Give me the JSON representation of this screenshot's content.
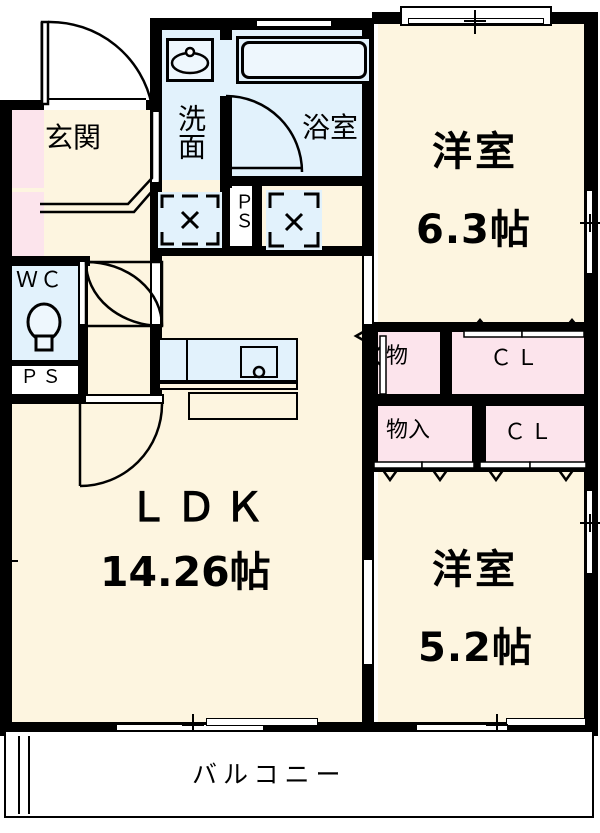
{
  "plan": {
    "type": "japanese-apartment-floor-plan",
    "layout_name": "2LDK",
    "background": "#ffffff",
    "colors": {
      "room_floor": "#fdf5e0",
      "closet": "#fce4ec",
      "wet_area": "#e2f2fc",
      "wall": "#000000",
      "balcony": "#ffffff"
    }
  },
  "rooms": {
    "entrance": {
      "label": "玄関",
      "kind": "genkan"
    },
    "washroom": {
      "label": "洗面",
      "kind": "vanity"
    },
    "bathroom": {
      "label": "浴室",
      "kind": "bath"
    },
    "toilet": {
      "label": "ＷＣ",
      "kind": "toilet"
    },
    "pipe_shaft_1": {
      "label": "ＰＳ",
      "kind": "pipe-shaft"
    },
    "pipe_shaft_2": {
      "label": "ＰＳ",
      "kind": "pipe-shaft"
    },
    "bedroom_north": {
      "label": "洋室",
      "size": "6.3帖"
    },
    "bedroom_south": {
      "label": "洋室",
      "size": "5.2帖"
    },
    "living": {
      "label": "ＬＤＫ",
      "size": "14.26帖"
    },
    "storage_small": {
      "label": "物",
      "kind": "closet"
    },
    "storage_oshiire": {
      "label": "物入",
      "kind": "closet"
    },
    "closet_upper": {
      "label": "ＣＬ",
      "kind": "closet"
    },
    "closet_lower": {
      "label": "ＣＬ",
      "kind": "closet"
    },
    "balcony": {
      "label": "バルコニー",
      "kind": "balcony"
    }
  },
  "fixtures": {
    "bathtub": "bathtub-icon",
    "washbasin": "washbasin-icon",
    "toilet_bowl": "toilet-icon",
    "kitchen_sink": "kitchen-sink-icon",
    "washer_pan_1": "washing-machine-pan-icon",
    "washer_pan_2": "washing-machine-pan-icon",
    "entry_door": "entrance-door-swing-icon",
    "bath_door": "bath-door-swing-icon",
    "toilet_door": "toilet-door-swing-icon",
    "ldk_door": "ldk-door-swing-icon",
    "hall_door": "hall-door-swing-icon"
  }
}
